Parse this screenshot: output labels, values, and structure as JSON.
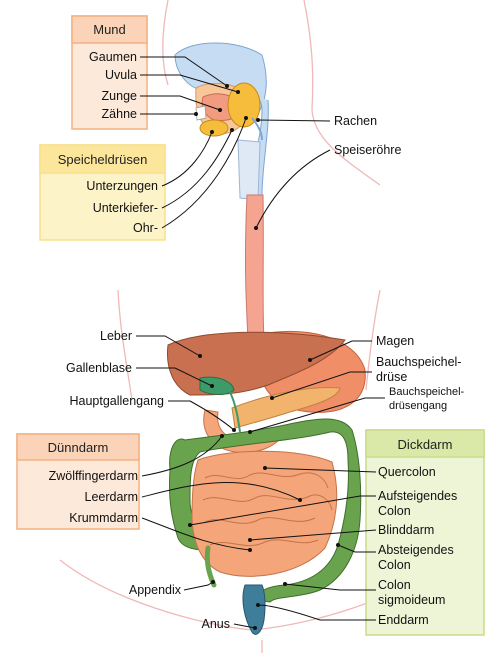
{
  "colors": {
    "mouth_box": "#f4b183",
    "mouth_box_fill": "#fde9d9",
    "saliva_box": "#f9e08a",
    "saliva_box_fill": "#fdf3c9",
    "small_int_box": "#f4b183",
    "small_int_box_fill": "#fde9d9",
    "large_int_box": "#c9dc8c",
    "large_int_box_fill": "#eef5d6",
    "body_outline": "#f0b8b8",
    "liver": "#c8704f",
    "stomach": "#f08e67",
    "small_intestine": "#f5a57a",
    "large_intestine": "#6aa34e",
    "esophagus": "#f4a490",
    "rectum": "#3f7e9a"
  },
  "groups": {
    "mund": "Mund",
    "speicheldruesen": "Speicheldrüsen",
    "duenndarm": "Dünndarm",
    "dickdarm": "Dickdarm"
  },
  "labels": {
    "gaumen": "Gaumen",
    "uvula": "Uvula",
    "zunge": "Zunge",
    "zaehne": "Zähne",
    "unterzungen": "Unterzungen",
    "unterkiefer": "Unterkiefer-",
    "ohr": "Ohr-",
    "rachen": "Rachen",
    "speiseroehre": "Speiseröhre",
    "leber": "Leber",
    "gallenblase": "Gallenblase",
    "hauptgallengang": "Hauptgallengang",
    "magen": "Magen",
    "bauchspeichel_1": "Bauchspeichel-",
    "bauchspeichel_2": "drüse",
    "bauchspeichelgang_1": "Bauchspeichel-",
    "bauchspeichelgang_2": "drüsengang",
    "zwoelffingerdarm": "Zwölffingerdarm",
    "leerdarm": "Leerdarm",
    "krummdarm": "Krummdarm",
    "appendix": "Appendix",
    "anus": "Anus",
    "quercolon": "Quercolon",
    "aufsteigendes_1": "Aufsteigendes",
    "aufsteigendes_2": "Colon",
    "blinddarm": "Blinddarm",
    "absteigendes_1": "Absteigendes",
    "absteigendes_2": "Colon",
    "sigmoid_1": "Colon",
    "sigmoid_2": "sigmoideum",
    "enddarm": "Enddarm"
  }
}
